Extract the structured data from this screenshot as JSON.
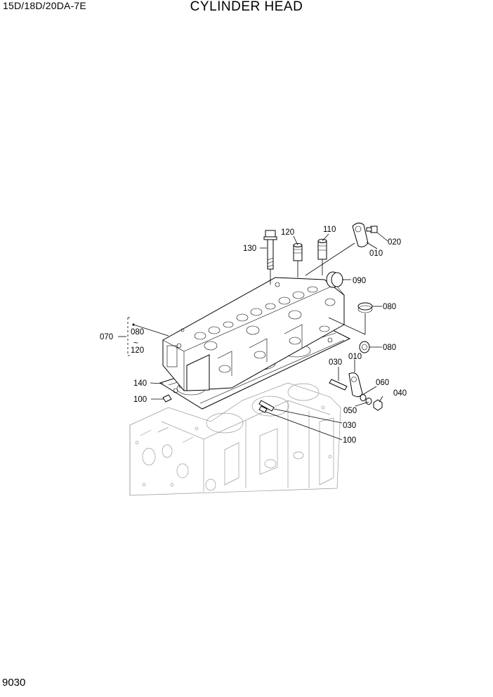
{
  "header": {
    "model": "15D/18D/20DA-7E",
    "title": "CYLINDER HEAD"
  },
  "footer": {
    "page_number": "9030"
  },
  "callouts": {
    "c010a": "010",
    "c010b": "010",
    "c020": "020",
    "c030a": "030",
    "c030b": "030",
    "c040": "040",
    "c050": "050",
    "c060": "060",
    "c070": "070",
    "c080a": "080",
    "c080b": "080",
    "c080c": "080",
    "c090": "090",
    "c100a": "100",
    "c100b": "100",
    "c110": "110",
    "c120a": "120",
    "c120b": "120",
    "c130": "130",
    "c140": "140",
    "tilde": "~"
  }
}
